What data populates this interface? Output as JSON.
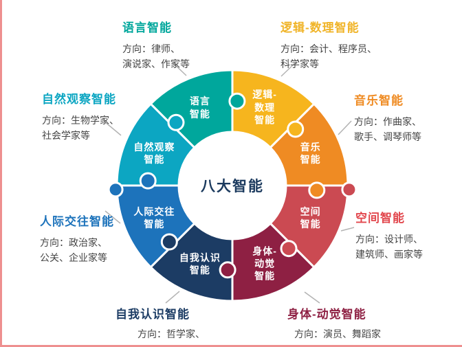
{
  "chart_data": {
    "type": "puzzle-ring",
    "title": "八大智能",
    "segments": [
      {
        "id": "linguistic",
        "piece_label": "语言\n智能",
        "color": "#00a79c",
        "start_angle": -135,
        "end_angle": -90,
        "callout": {
          "title": "语言智能",
          "title_color": "#00a79c",
          "desc": "方向：律师、\n演说家、作家等"
        }
      },
      {
        "id": "logical-mathematical",
        "piece_label": "逻辑-\n数理\n智能",
        "color": "#f6b51e",
        "start_angle": -90,
        "end_angle": -45,
        "callout": {
          "title": "逻辑-数理智能",
          "title_color": "#f0b428",
          "desc": "方向：会计、程序员、\n科学家等"
        }
      },
      {
        "id": "musical",
        "piece_label": "音乐\n智能",
        "color": "#ef8b23",
        "start_angle": -45,
        "end_angle": 0,
        "callout": {
          "title": "音乐智能",
          "title_color": "#ef8b23",
          "desc": "方向：作曲家、\n歌手、调琴师等"
        }
      },
      {
        "id": "spatial",
        "piece_label": "空间\n智能",
        "color": "#cb4a52",
        "start_angle": 0,
        "end_angle": 45,
        "callout": {
          "title": "空间智能",
          "title_color": "#e2474d",
          "desc": "方向：设计师、\n建筑师、画家等"
        }
      },
      {
        "id": "bodily-kinesthetic",
        "piece_label": "身体-\n动觉\n智能",
        "color": "#8e2043",
        "start_angle": 45,
        "end_angle": 90,
        "callout": {
          "title": "身体-动觉智能",
          "title_color": "#8e2043",
          "desc": "方向：演员、舞蹈家"
        }
      },
      {
        "id": "intrapersonal",
        "piece_label": "自我认识\n智能",
        "color": "#1c3c64",
        "start_angle": 90,
        "end_angle": 135,
        "callout": {
          "title": "自我认识智能",
          "title_color": "#1c3c64",
          "desc": "方向：哲学家、"
        }
      },
      {
        "id": "interpersonal",
        "piece_label": "人际交往\n智能",
        "color": "#1d73bb",
        "start_angle": 135,
        "end_angle": 180,
        "callout": {
          "title": "人际交往智能",
          "title_color": "#1d73bb",
          "desc": "方向：政治家、\n公关、企业家等"
        }
      },
      {
        "id": "naturalistic",
        "piece_label": "自然观察\n智能",
        "color": "#0ca6c2",
        "start_angle": 180,
        "end_angle": 225,
        "callout": {
          "title": "自然观察智能",
          "title_color": "#0ca6c2",
          "desc": "方向：生物学家、\n社会学家等"
        }
      }
    ]
  }
}
